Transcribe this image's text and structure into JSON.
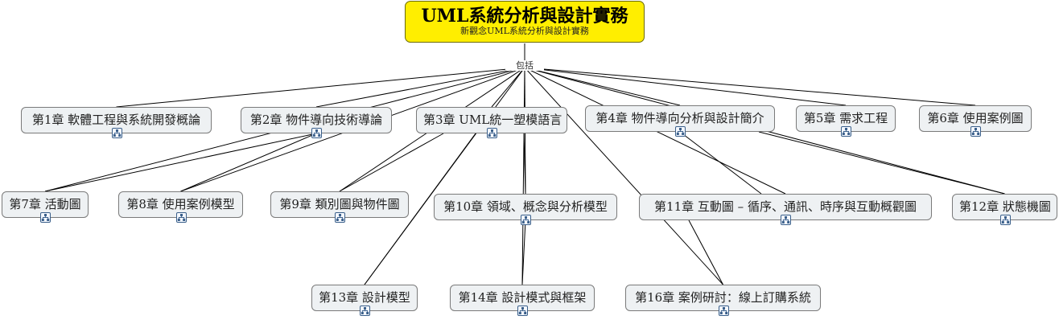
{
  "root": {
    "title": "UML系統分析與設計實務",
    "subtitle": "新觀念UML系統分析與設計實務"
  },
  "hub_label": "包括",
  "chapters": [
    {
      "label": "第1章 軟體工程與系統開發概論"
    },
    {
      "label": "第2章 物件導向技術導論"
    },
    {
      "label": "第3章 UML統一塑模語言"
    },
    {
      "label": "第4章 物件導向分析與設計簡介"
    },
    {
      "label": "第5章 需求工程"
    },
    {
      "label": "第6章 使用案例圖"
    },
    {
      "label": "第7章 活動圖"
    },
    {
      "label": "第8章 使用案例模型"
    },
    {
      "label": "第9章 類別圖與物件圖"
    },
    {
      "label": "第10章 領域、概念與分析模型"
    },
    {
      "label": "第11章 互動圖 – 循序、通訊、時序與互動概觀圖"
    },
    {
      "label": "第12章 狀態機圖"
    },
    {
      "label": "第13章 設計模型"
    },
    {
      "label": "第14章 設計模式與框架"
    },
    {
      "label": "第16章 案例研討：線上訂購系統"
    }
  ],
  "colors": {
    "root_fill": "#ffee00",
    "node_fill": "#eef1f3",
    "line": "#000000",
    "icon": "#3a5f8a"
  },
  "icon_name": "subtopic-map-icon"
}
